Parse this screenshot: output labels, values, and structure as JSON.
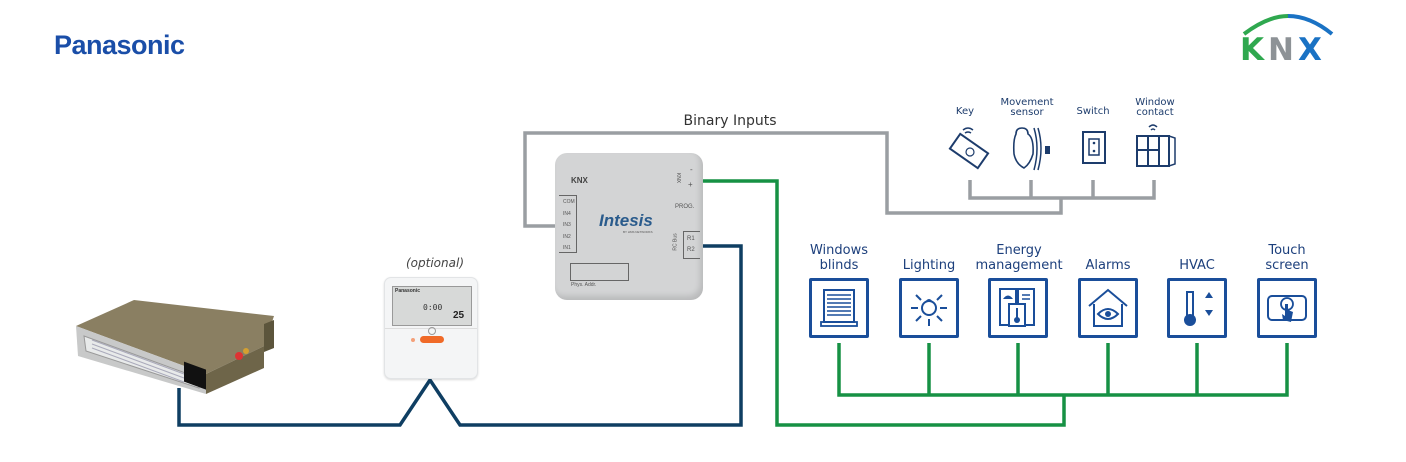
{
  "brands": {
    "left_logo": "Panasonic",
    "right_logo": "KNX",
    "colors": {
      "panasonic_blue": "#1a4ea8",
      "knx_green": "#2fa84f",
      "knx_gray": "#8d9296",
      "knx_blue": "#1a72c4"
    }
  },
  "labels": {
    "binary_inputs": "Binary Inputs",
    "optional": "(optional)"
  },
  "gateway": {
    "brand": "Intesis",
    "tagline": "BY HMS NETWORKS",
    "knx_mark": "KNX",
    "knx_port": "KNX",
    "minus": "-",
    "plus": "+",
    "prog": "PROG.",
    "rc_bus": "RC Bus",
    "r1": "R1",
    "r2": "R2",
    "inputs": [
      "COM",
      "IN4",
      "IN3",
      "IN2",
      "IN1"
    ],
    "phys_addr": "Phys. Addr."
  },
  "remote_controller": {
    "brand": "Panasonic",
    "time": "0:00",
    "temp": "25"
  },
  "binary_devices": [
    {
      "label_line1": "Key",
      "label_line2": "",
      "icon": "key-card-icon"
    },
    {
      "label_line1": "Movement",
      "label_line2": "sensor",
      "icon": "movement-sensor-icon"
    },
    {
      "label_line1": "Switch",
      "label_line2": "",
      "icon": "switch-icon"
    },
    {
      "label_line1": "Window",
      "label_line2": "contact",
      "icon": "window-contact-icon"
    }
  ],
  "knx_applications": [
    {
      "label_line1": "Windows",
      "label_line2": "blinds",
      "icon": "window-blinds-icon"
    },
    {
      "label_line1": "",
      "label_line2": "Lighting",
      "icon": "light-bulb-icon"
    },
    {
      "label_line1": "Energy",
      "label_line2": "management",
      "icon": "energy-meter-icon"
    },
    {
      "label_line1": "",
      "label_line2": "Alarms",
      "icon": "house-eye-icon"
    },
    {
      "label_line1": "",
      "label_line2": "HVAC",
      "icon": "thermometer-icon"
    },
    {
      "label_line1": "Touch",
      "label_line2": "screen",
      "icon": "touch-screen-icon"
    }
  ],
  "wire_colors": {
    "binary": "#9a9ea2",
    "knx_bus": "#169144",
    "rc_bus": "#0f3e62",
    "icon_blue": "#1a4e9a"
  }
}
